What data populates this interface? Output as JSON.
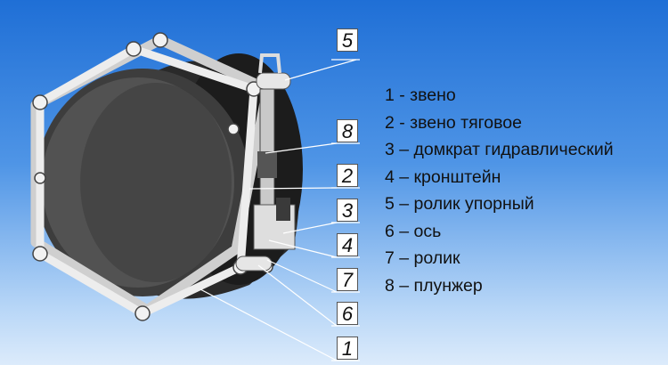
{
  "callouts": [
    "5",
    "8",
    "2",
    "3",
    "4",
    "7",
    "6",
    "1"
  ],
  "legend": [
    "1 - звено",
    "2 - звено тяговое",
    "3 – домкрат гидравлический",
    "4 – кронштейн",
    "5 – ролик упорный",
    "6 – ось",
    "7 – ролик",
    "8 – плунжер"
  ]
}
